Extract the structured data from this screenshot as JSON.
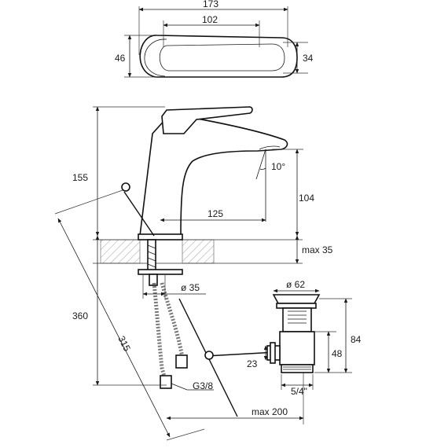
{
  "dimensions": {
    "top_width_total": "173",
    "top_width_handle": "102",
    "top_height_left": "46",
    "top_height_right": "34",
    "total_height": "360",
    "spout_height_above_deck": "155",
    "spout_angle": "10°",
    "spout_clearance": "104",
    "spout_reach": "125",
    "max_deck_thickness": "max 35",
    "hole_diameter": "ø 35",
    "hose_length": "315",
    "waste_diameter": "ø 62",
    "waste_height": "84",
    "waste_body_height": "48",
    "waste_offset": "23",
    "waste_thread": "5/4\"",
    "hose_thread": "G3/8",
    "pull_rod_max": "max 200"
  }
}
